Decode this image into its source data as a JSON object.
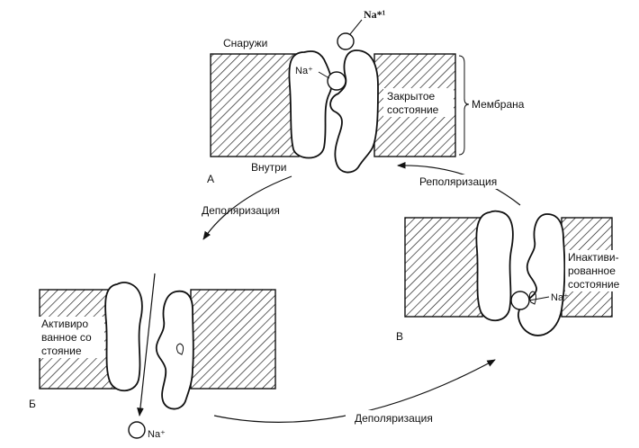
{
  "state_a": {
    "letter": "А",
    "outside": "Снаружи",
    "inside": "Внутри",
    "ion_top": "Na*¹",
    "ion_in": "Na⁺",
    "state_line1": "Закрытое",
    "state_line2": "состояние",
    "membrane": "Мембрана"
  },
  "state_b": {
    "letter": "Б",
    "state_line1": "Активиро",
    "state_line2": "ванное со",
    "state_line3": "стояние",
    "ion": "Na⁺"
  },
  "state_v": {
    "letter": "В",
    "state_line1": "Инактиви-",
    "state_line2": "рованное",
    "state_line3": "состояние",
    "ion": "Na⁺"
  },
  "transitions": {
    "a_to_b": "Деполяризация",
    "b_to_v": "Деполяризация",
    "v_to_a": "Реполяризация"
  }
}
